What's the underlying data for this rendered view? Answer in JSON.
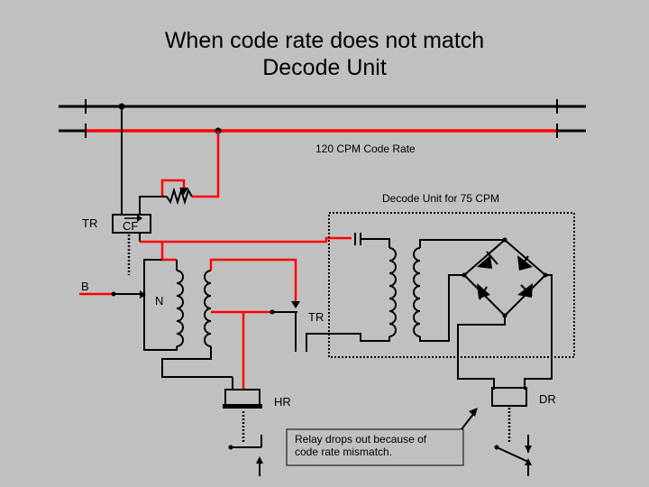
{
  "title": {
    "line1": "When code rate does not match",
    "line2": "Decode Unit"
  },
  "labels": {
    "code_rate": "120 CPM Code Rate",
    "decode_unit": "Decode Unit for 75 CPM",
    "tr_left": "TR",
    "cf": "CF",
    "b": "B",
    "n": "N",
    "tr_right": "TR",
    "hr": "HR",
    "dr": "DR"
  },
  "callout": {
    "line1": "Relay drops out because of",
    "line2": "code rate mismatch."
  },
  "colors": {
    "energized": "#ff0000",
    "wire": "#000000",
    "background": "#c0c0c0"
  }
}
